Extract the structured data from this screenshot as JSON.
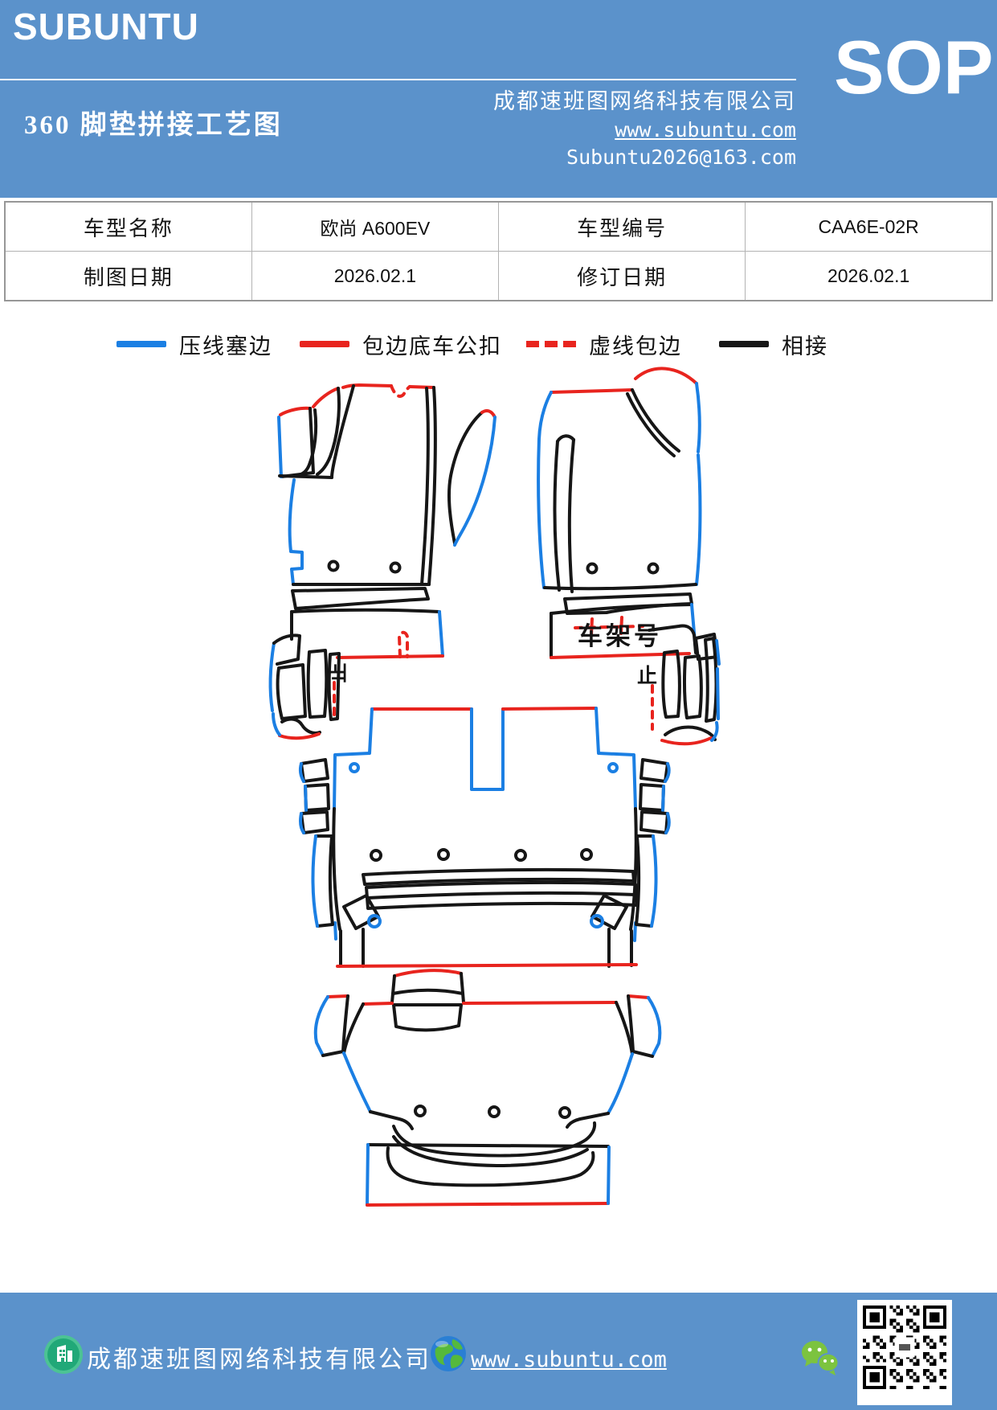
{
  "colors": {
    "header_bg": "#5b92cb",
    "footer_bg": "#5b92cb",
    "line_blue": "#1b7fe3",
    "line_red": "#e8241e",
    "line_black": "#161616"
  },
  "header": {
    "logo": "SUBUNTU",
    "title": "360 脚垫拼接工艺图",
    "company": "成都速班图网络科技有限公司",
    "website": "www.subuntu.com",
    "email": "Subuntu2026@163.com",
    "sop": "SOP"
  },
  "table": {
    "vehicle_name_label": "车型名称",
    "vehicle_name_value": "欧尚 A600EV",
    "model_code_label": "车型编号",
    "model_code_value": "CAA6E-02R",
    "draw_date_label": "制图日期",
    "draw_date_value": "2026.02.1",
    "revision_date_label": "修订日期",
    "revision_date_value": "2026.02.1"
  },
  "legend": {
    "items": [
      {
        "swatch": "solid-blue",
        "label": "压线塞边"
      },
      {
        "swatch": "solid-red",
        "label": "包边底车公扣"
      },
      {
        "swatch": "dashed-red",
        "label": "虚线包边"
      },
      {
        "swatch": "solid-black",
        "label": "相接"
      }
    ]
  },
  "diagram": {
    "vin_label": "车架号",
    "stop_left": "止",
    "stop_right": "止"
  },
  "footer": {
    "company": "成都速班图网络科技有限公司",
    "website": "www.subuntu.com",
    "icons": [
      "building-icon",
      "globe-icon",
      "wechat-icon",
      "qr-code"
    ]
  }
}
